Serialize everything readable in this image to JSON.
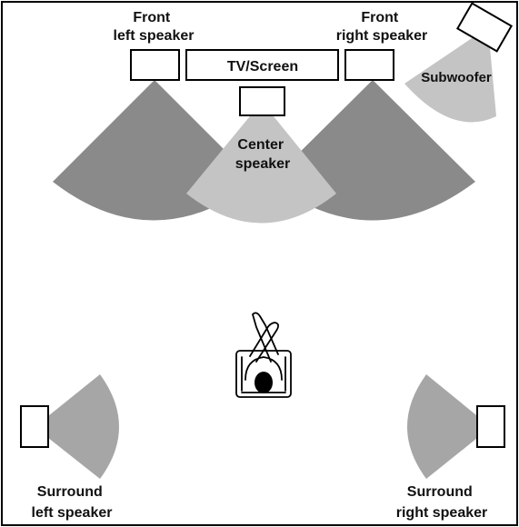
{
  "labels": {
    "front_left": [
      "Front",
      "left speaker"
    ],
    "front_right": [
      "Front",
      "right speaker"
    ],
    "tv": "TV/Screen",
    "subwoofer": "Subwoofer",
    "center": [
      "Center",
      "speaker"
    ],
    "surround_left": [
      "Surround",
      "left speaker"
    ],
    "surround_right": [
      "Surround",
      "right speaker"
    ]
  },
  "colors": {
    "front_cone": "#8a8a8a",
    "center_cone": "#c4c4c4",
    "subwoofer_cone": "#c4c4c4",
    "surround_cone": "#a6a6a6",
    "outline": "#000000"
  },
  "icons": {
    "listener": "listener-in-chair-icon"
  }
}
